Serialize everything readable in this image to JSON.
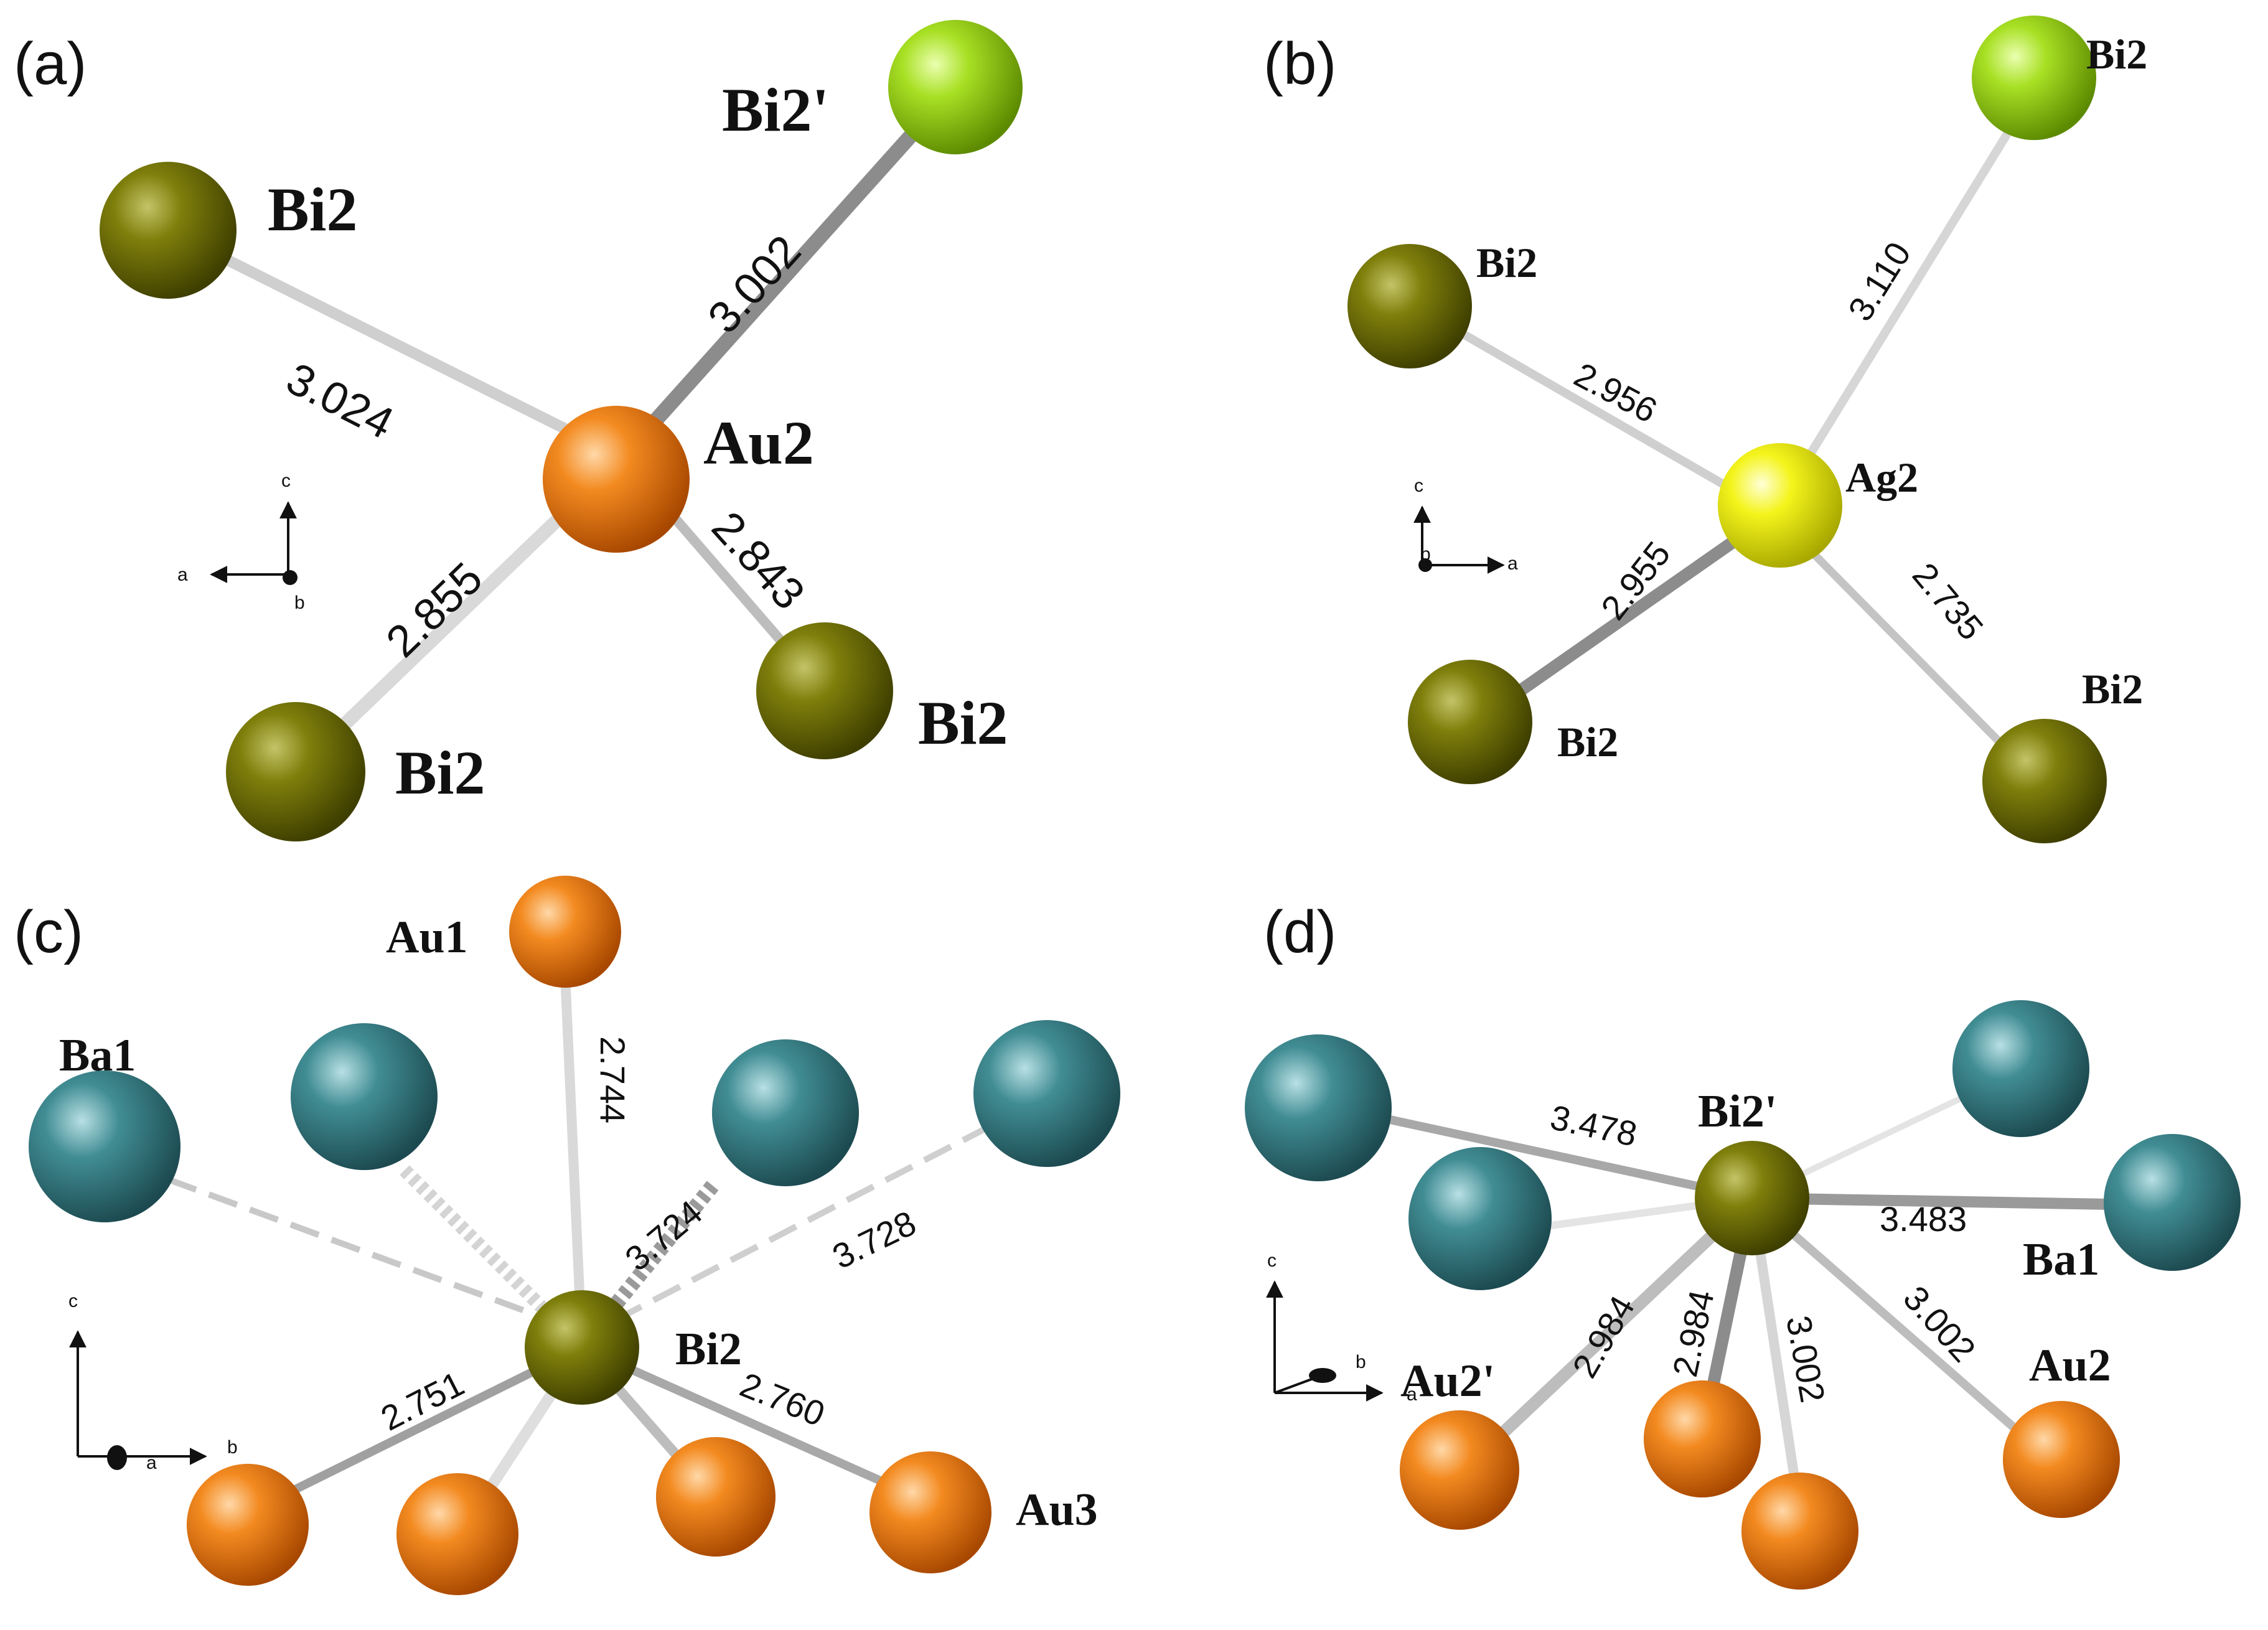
{
  "colors": {
    "Au": "#f07810",
    "Ag": "#f0f010",
    "Bi": "#7a7a08",
    "Bi_highlight": "#a8e020",
    "Ba": "#3e8a90",
    "bond": "#c8c8c8"
  },
  "panels": {
    "a": {
      "label": "(a)",
      "atoms": {
        "center": "Au2",
        "bi_ul": "Bi2",
        "bi_ur": "Bi2'",
        "bi_ll": "Bi2",
        "bi_lr": "Bi2"
      },
      "distances": {
        "ur": "3.002",
        "ul": "3.024",
        "ll": "2.855",
        "lr": "2.843"
      },
      "axes": {
        "up": "c",
        "left": "a",
        "dot": "b"
      }
    },
    "b": {
      "label": "(b)",
      "atoms": {
        "center": "Ag2",
        "bi_ur": "Bi2",
        "bi_ul": "Bi2",
        "bi_ll": "Bi2",
        "bi_lr": "Bi2"
      },
      "distances": {
        "ur": "3.110",
        "ul": "2.956",
        "ll": "2.955",
        "lr": "2.735"
      },
      "axes": {
        "up": "c",
        "right": "a",
        "dot": "b"
      }
    },
    "c": {
      "label": "(c)",
      "atoms": {
        "center": "Bi2",
        "top": "Au1",
        "ba": "Ba1",
        "au": "Au3"
      },
      "distances": {
        "top": "2.744",
        "ba_mid": "3.724",
        "ba_right": "3.728",
        "au_left": "2.751",
        "au_right": "2.760"
      },
      "axes": {
        "up": "c",
        "right": "b",
        "dot": "a"
      }
    },
    "d": {
      "label": "(d)",
      "atoms": {
        "center": "Bi2'",
        "ba": "Ba1",
        "au_left": "Au2'",
        "au_right": "Au2"
      },
      "distances": {
        "ba_left": "3.478",
        "ba_right": "3.483",
        "au1": "2.984",
        "au2": "2.984",
        "au3": "3.002",
        "au4": "3.002"
      },
      "axes": {
        "up": "c",
        "right": "a",
        "back": "b"
      }
    }
  }
}
